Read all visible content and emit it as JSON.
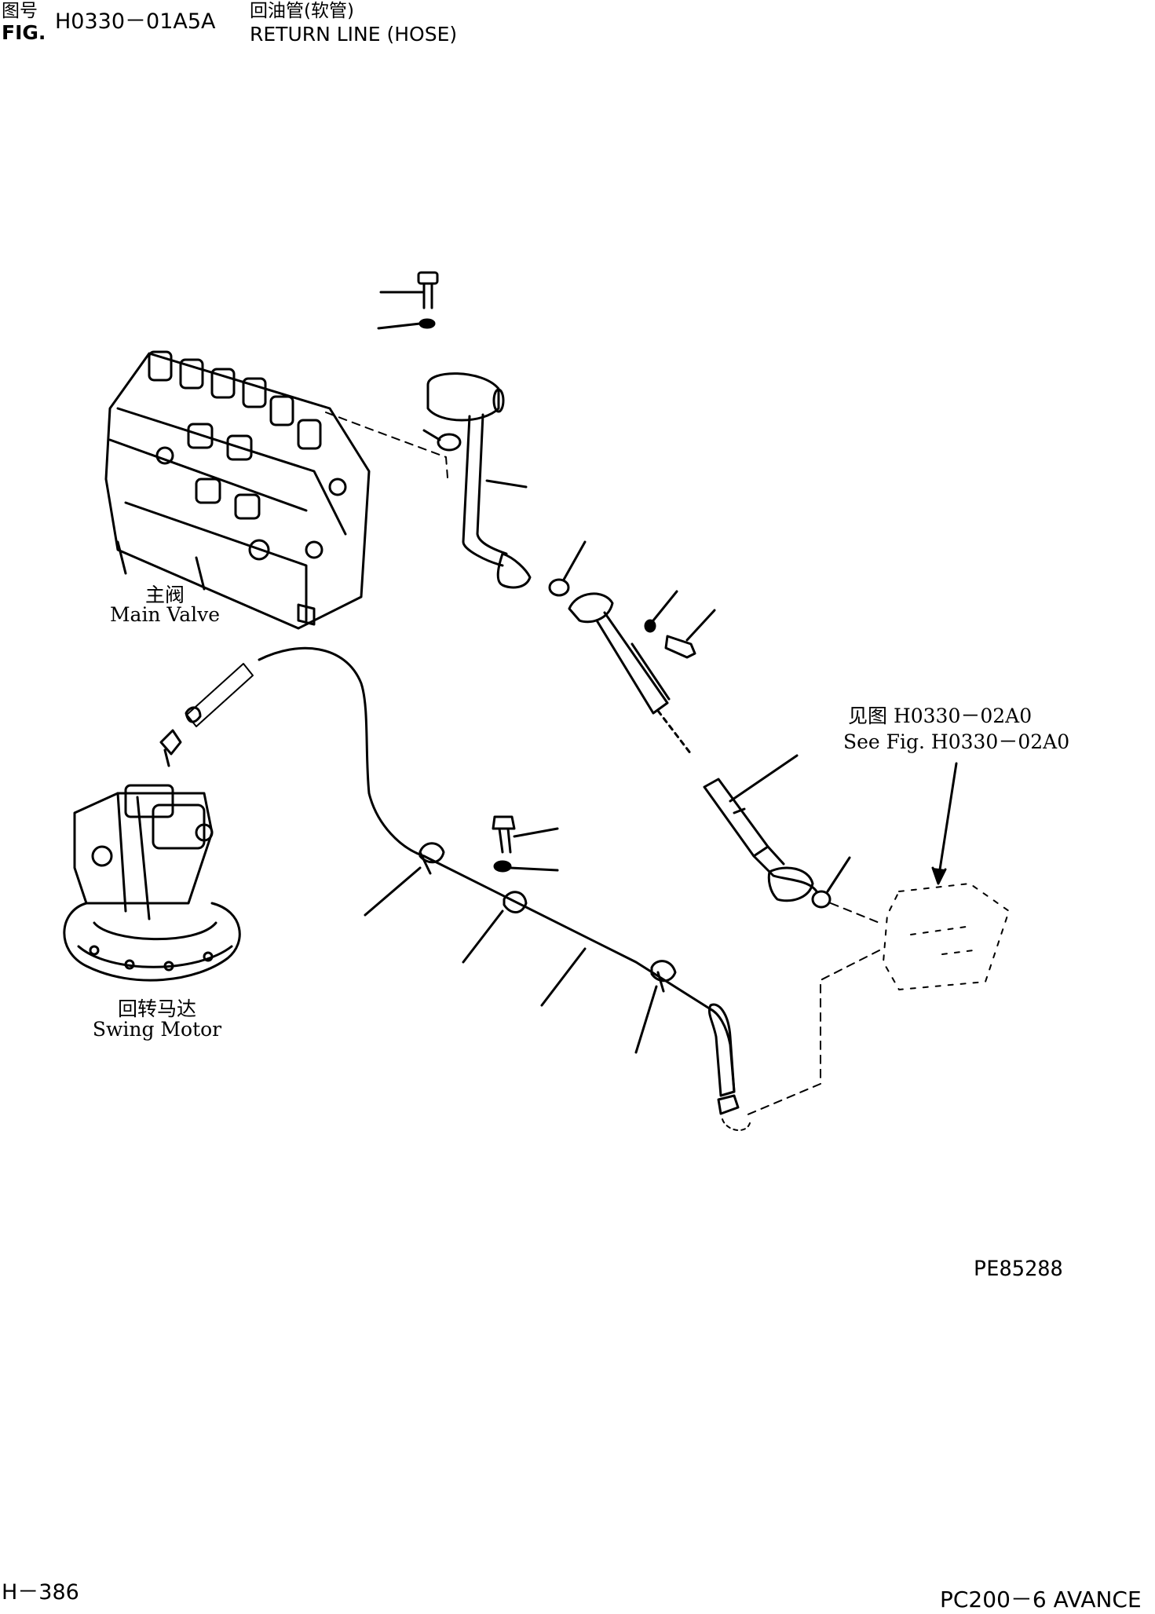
{
  "header": {
    "fig_label_zh": "图号",
    "fig_label_en": "FIG.",
    "fig_number": "H0330－01A5A",
    "title_zh": "回油管(软管)",
    "title_en": "RETURN LINE (HOSE)"
  },
  "labels": {
    "main_valve_zh": "主阀",
    "main_valve_en": "Main Valve",
    "swing_motor_zh": "回转马达",
    "swing_motor_en": "Swing Motor",
    "see_fig_zh": "见图 H0330－02A0",
    "see_fig_en": "See Fig. H0330－02A0"
  },
  "image_code": "PE85288",
  "footer": {
    "page": "H－386",
    "model": "PC200－6 AVANCE"
  }
}
